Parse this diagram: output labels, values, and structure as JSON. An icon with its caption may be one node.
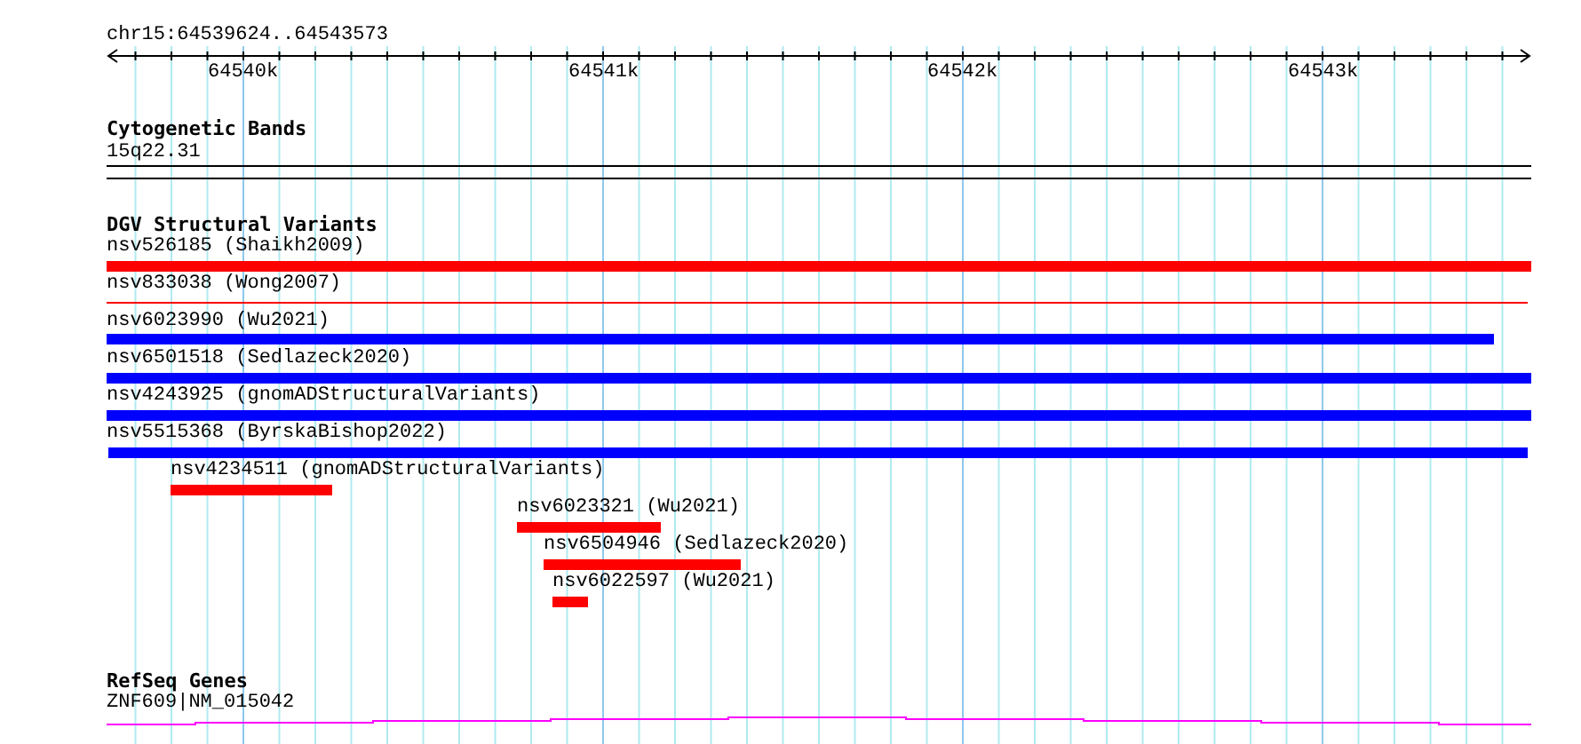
{
  "diagram": {
    "labels": [
      "chr15:64539624..64543573",
      "64540k",
      "64541k",
      "64542k",
      "64543k",
      "Cytogenetic Bands",
      "15q22.31",
      "DGV Structural Variants",
      "nsv526185 (Shaikh2009)",
      "nsv833038 (Wong2007)",
      "nsv6023990 (Wu2021)",
      "nsv6501518 (Sedlazeck2020)",
      "nsv4243925 (gnomADStructuralVariants)",
      "nsv5515368 (ByrskaBishop2022)",
      "nsv4234511 (gnomADStructuralVariants)",
      "nsv6023321 (Wu2021)",
      "nsv6504946 (Sedlazeck2020)",
      "nsv6022597 (Wu2021)",
      "RefSeq Genes",
      "ZNF609|NM_015042"
    ]
  }
}
